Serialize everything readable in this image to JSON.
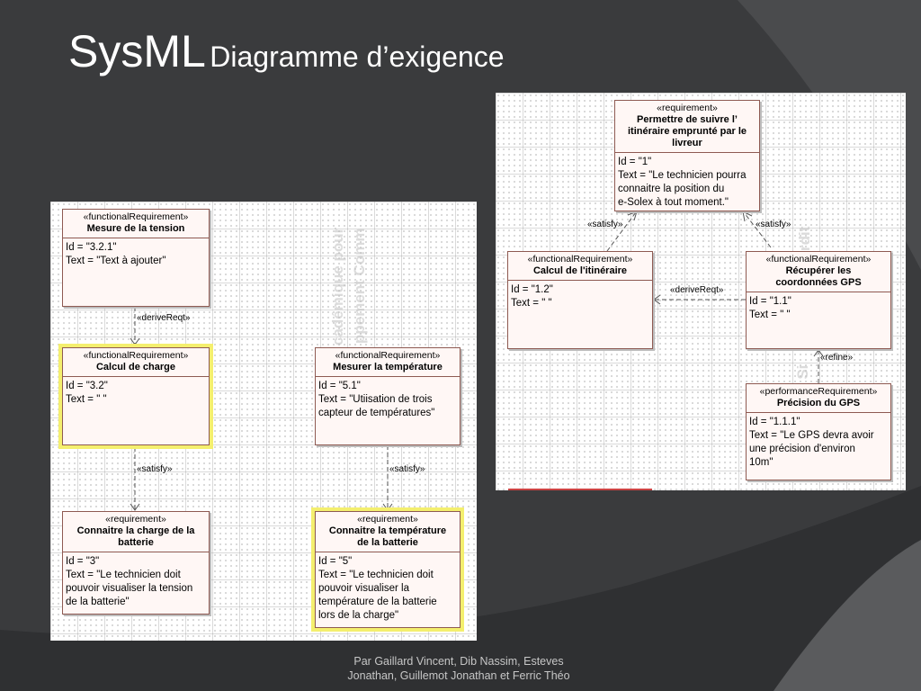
{
  "slide": {
    "title_main": "SysML",
    "title_sub": "Diagramme d’exigence",
    "footer_line1": "Par Gaillard Vincent, Dib Nassim, Esteves",
    "footer_line2": "Jonathan, Guillemot Jonathan et Ferric Théo",
    "colors": {
      "background": "#3a3b3d",
      "highlight": "#f4ef6e",
      "box_fill": "#fff7f5",
      "box_border": "#8e5a52"
    }
  },
  "left_diagram": {
    "watermark1": "cadémique pour",
    "watermark2": "ppement Comm",
    "req_a": {
      "stereotype": "«functionalRequirement»",
      "name": "Mesure de la tension",
      "id": "Id = \"3.2.1\"",
      "text": "Text = \"Text à ajouter\""
    },
    "req_b": {
      "stereotype": "«functionalRequirement»",
      "name": "Calcul de charge",
      "id": "Id = \"3.2\"",
      "text": "Text = \" \""
    },
    "req_c": {
      "stereotype": "«requirement»",
      "name1": "Connaitre la charge de la",
      "name2": "batterie",
      "id": "Id = \"3\"",
      "text1": "Text = \"Le technicien doit",
      "text2": "pouvoir visualiser la tension",
      "text3": "de la batterie\""
    },
    "req_d": {
      "stereotype": "«functionalRequirement»",
      "name": "Mesurer la température",
      "id": "Id = \"5.1\"",
      "text1": "Text = \"Utiisation de trois",
      "text2": "capteur de températures\""
    },
    "req_e": {
      "stereotype": "«requirement»",
      "name1": "Connaitre la température",
      "name2": "de la batterie",
      "id": "Id = \"5\"",
      "text1": "Text = \"Le technicien doit",
      "text2": "pouvoir visualiser la",
      "text3": "température de la batterie",
      "text4": "lors de la charge\""
    },
    "rel_derive": "«deriveReqt»",
    "rel_satisfy1": "«satisfy»",
    "rel_satisfy2": "«satisfy»"
  },
  "right_diagram": {
    "watermark1": "r Si",
    "watermark2": "rdit",
    "req_1": {
      "stereotype": "«requirement»",
      "name1": "Permettre de suivre l’",
      "name2": "itinéraire emprunté par le",
      "name3": "livreur",
      "id": "Id = \"1\"",
      "text1": "Text = \"Le technicien pourra",
      "text2": "connaitre la position du",
      "text3": "e-Solex à tout moment.\""
    },
    "req_12": {
      "stereotype": "«functionalRequirement»",
      "name": "Calcul de l'itinéraire",
      "id": "Id = \"1.2\"",
      "text": "Text = \" \""
    },
    "req_11": {
      "stereotype": "«functionalRequirement»",
      "name1": "Récupérer les",
      "name2": "coordonnées GPS",
      "id": "Id = \"1.1\"",
      "text": "Text = \" \""
    },
    "req_111": {
      "stereotype": "«performanceRequirement»",
      "name": "Précision du GPS",
      "id": "Id = \"1.1.1\"",
      "text1": "Text = \"Le GPS devra avoir",
      "text2": "une précision d'environ",
      "text3": "10m\""
    },
    "rel_satisfy_left": "«satisfy»",
    "rel_satisfy_right": "«satisfy»",
    "rel_derive": "«deriveReqt»",
    "rel_refine": "«refine»"
  }
}
